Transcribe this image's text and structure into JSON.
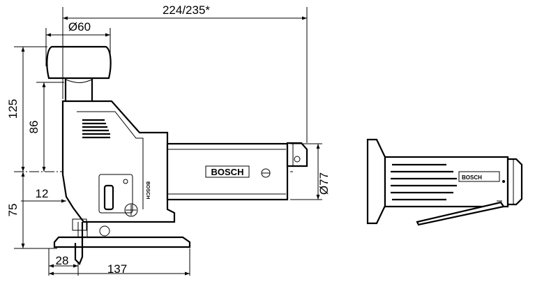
{
  "dimensions": {
    "overall_length": "224/235*",
    "knob_diameter": "Ø60",
    "height_top": "125",
    "height_mid": "86",
    "height_lower": "75",
    "offset": "12",
    "blade_offset": "28",
    "base_length": "137",
    "body_diameter": "Ø77"
  },
  "brand": {
    "side_view_logo": "BOSCH",
    "top_view_logo": "BOSCH"
  }
}
